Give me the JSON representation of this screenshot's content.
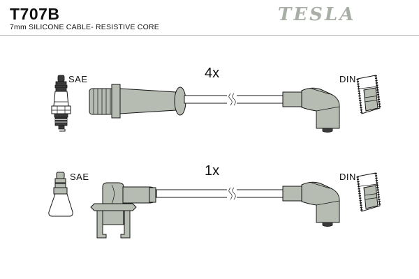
{
  "header": {
    "part_number": "T707B",
    "subtitle": "7mm SILICONE CABLE- RESISTIVE CORE",
    "brand": "TESLA"
  },
  "diagram": {
    "rows": [
      {
        "quantity_label": "4x",
        "plug_side_label": "SAE",
        "coil_side_label": "DIN"
      },
      {
        "quantity_label": "1x",
        "plug_side_label": "SAE",
        "coil_side_label": "DIN"
      }
    ]
  },
  "icons": {
    "spark-plug-icon": "line-art spark plug",
    "sae-ribbed-boot-icon": "ribbed straight plug boot",
    "sae-cone-boot-icon": "conical plug boot on spark plug top",
    "bracket-clamp-icon": "mounting bracket fork under elbow connector",
    "cable-break-icon": "double squiggle cable-length break",
    "din-elbow-boot-icon": "90-degree distributor boot",
    "din-terminal-section-icon": "DIN terminal cross-section sleeve"
  },
  "colors": {
    "background": "#ffffff",
    "connector_gray": "#b7bcb3",
    "outline_black": "#151515",
    "brand_gray": "#a9aea7",
    "divider_gray": "#b4b4b4",
    "dark_metal": "#3a3a3a"
  }
}
